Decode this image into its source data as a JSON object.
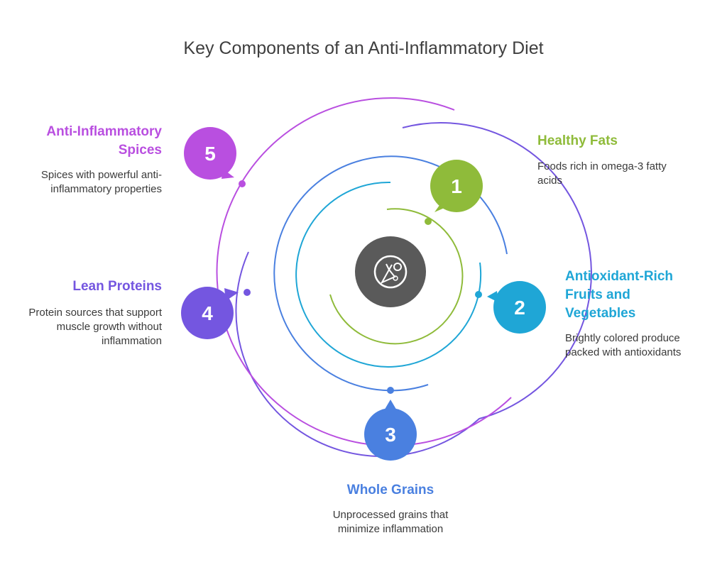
{
  "title": "Key Components of an Anti-Inflammatory Diet",
  "center_icon": "produce-plate-icon",
  "items": [
    {
      "number": "1",
      "heading": "Healthy Fats",
      "description": "Foods rich in omega-3 fatty acids",
      "color": "#8fbb3a"
    },
    {
      "number": "2",
      "heading": "Antioxidant-Rich Fruits and Vegetables",
      "description": "Brightly colored produce packed with antioxidants",
      "color": "#1fa6d6"
    },
    {
      "number": "3",
      "heading": "Whole Grains",
      "description": "Unprocessed grains that minimize inflammation",
      "color": "#4a80e0"
    },
    {
      "number": "4",
      "heading": "Lean Proteins",
      "description": "Protein sources that support muscle growth without inflammation",
      "color": "#7456e0"
    },
    {
      "number": "5",
      "heading": "Anti-Inflammatory Spices",
      "description": "Spices with powerful anti-inflammatory properties",
      "color": "#b94fe0"
    }
  ],
  "colors": {
    "center": "#5a5a5a",
    "title_text": "#3f3f3f",
    "body_text": "#3a3a3a"
  }
}
